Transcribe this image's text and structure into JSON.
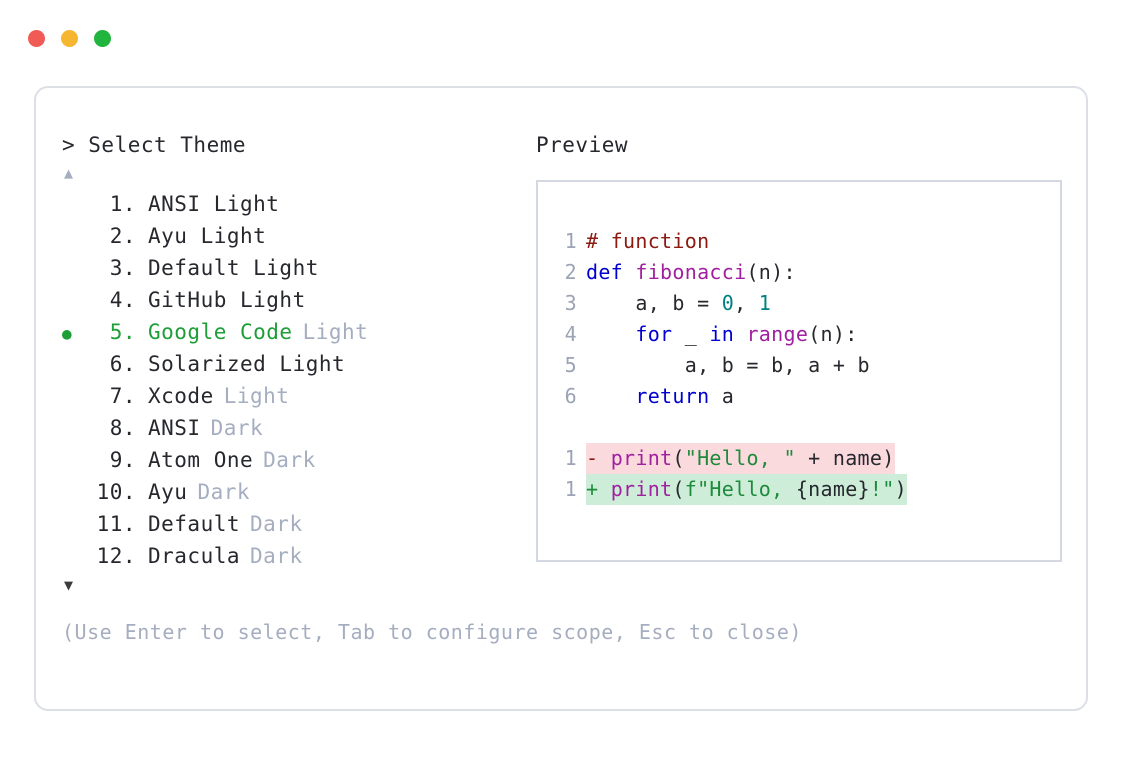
{
  "window": {
    "buttons": [
      {
        "name": "close",
        "color": "#F15B56"
      },
      {
        "name": "minimize",
        "color": "#F5B731"
      },
      {
        "name": "maximize",
        "color": "#22B53D"
      }
    ]
  },
  "picker": {
    "prompt": "> Select Theme",
    "scroll_up": "▲",
    "scroll_down": "▼",
    "selected_index": 5,
    "bullet": "●",
    "items": [
      {
        "number": "1.",
        "name": "ANSI Light",
        "variant": "",
        "selected": false
      },
      {
        "number": "2.",
        "name": "Ayu Light",
        "variant": "",
        "selected": false
      },
      {
        "number": "3.",
        "name": "Default Light",
        "variant": "",
        "selected": false
      },
      {
        "number": "4.",
        "name": "GitHub Light",
        "variant": "",
        "selected": false
      },
      {
        "number": "5.",
        "name": "Google Code",
        "variant": "Light",
        "selected": true
      },
      {
        "number": "6.",
        "name": "Solarized Light",
        "variant": "",
        "selected": false
      },
      {
        "number": "7.",
        "name": "Xcode",
        "variant": "Light",
        "selected": false
      },
      {
        "number": "8.",
        "name": "ANSI",
        "variant": "Dark",
        "selected": false
      },
      {
        "number": "9.",
        "name": "Atom One",
        "variant": "Dark",
        "selected": false
      },
      {
        "number": "10.",
        "name": "Ayu",
        "variant": "Dark",
        "selected": false
      },
      {
        "number": "11.",
        "name": "Default",
        "variant": "Dark",
        "selected": false
      },
      {
        "number": "12.",
        "name": "Dracula",
        "variant": "Dark",
        "selected": false
      }
    ],
    "help": "(Use Enter to select, Tab to configure scope, Esc to close)"
  },
  "preview": {
    "label": "Preview",
    "code_lines": [
      {
        "n": "1",
        "text": "# function"
      },
      {
        "n": "2",
        "text": "def fibonacci(n):"
      },
      {
        "n": "3",
        "text": "    a, b = 0, 1"
      },
      {
        "n": "4",
        "text": "    for _ in range(n):"
      },
      {
        "n": "5",
        "text": "        a, b = b, a + b"
      },
      {
        "n": "6",
        "text": "    return a"
      }
    ],
    "diff_lines": [
      {
        "n": "1",
        "marker": "-",
        "text": "print(\"Hello, \" + name)",
        "kind": "del"
      },
      {
        "n": "1",
        "marker": "+",
        "text": "print(f\"Hello, {name}!\")",
        "kind": "add"
      }
    ]
  },
  "colors": {
    "accent_green": "#1E9E37",
    "muted": "#A5AEC0",
    "text": "#26282E",
    "border": "#DCDFE6",
    "panel_border": "#D3D8E2",
    "diff_del_bg": "#FADADD",
    "diff_add_bg": "#CDEDD8",
    "tok_comment": "#8B1A10",
    "tok_keyword": "#0000CF",
    "tok_function": "#A020A0",
    "tok_number": "#008080",
    "tok_string": "#1E8A3B"
  }
}
